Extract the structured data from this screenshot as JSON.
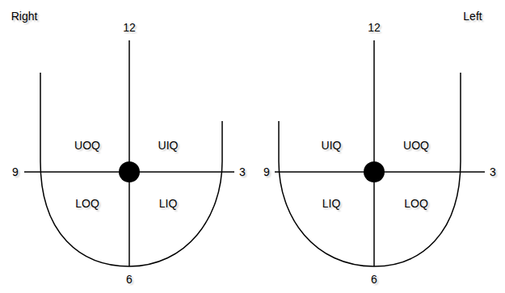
{
  "diagram": {
    "labels": [
      "Right",
      "12",
      "12",
      "Left",
      "UOQ",
      "UIQ",
      "UIQ",
      "UOQ",
      "9",
      "3",
      "9",
      "3",
      "LOQ",
      "LIQ",
      "LIQ",
      "LOQ",
      "6",
      "6"
    ]
  }
}
